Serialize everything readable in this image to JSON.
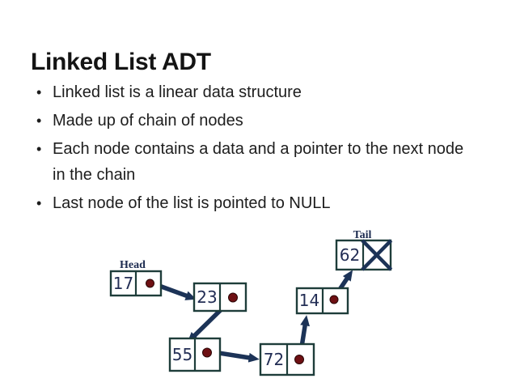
{
  "slide": {
    "title": "Linked List ADT",
    "bullet_char": "•",
    "bullets": [
      {
        "text": "Linked list is a linear data structure"
      },
      {
        "text": "Made up of chain of nodes"
      },
      {
        "text": "Each node contains a data and a pointer to the next node in the chain"
      },
      {
        "text": "Last node of the list is pointed to NULL"
      }
    ]
  },
  "diagram": {
    "head_label": "Head",
    "tail_label": "Tail",
    "nodes": [
      {
        "value": "17"
      },
      {
        "value": "23"
      },
      {
        "value": "55"
      },
      {
        "value": "72"
      },
      {
        "value": "14"
      },
      {
        "value": "62"
      }
    ],
    "null_marker": "X"
  },
  "colors": {
    "title": "#141414",
    "body_text": "#1d1d1d",
    "box_border": "#1e3d3a",
    "node_value": "#232e55",
    "pointer_dot": "#6e1013",
    "arrow": "#1c3357",
    "label_text": "#1c2b50"
  }
}
